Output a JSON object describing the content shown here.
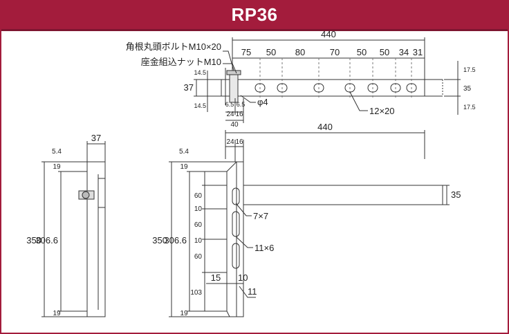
{
  "header": {
    "title": "RP36"
  },
  "top_view": {
    "total_width": "440",
    "spacings": [
      "75",
      "50",
      "80",
      "70",
      "50",
      "50",
      "34",
      "31"
    ],
    "bolt_label": "角根丸頭ボルトM10×20",
    "nut_label": "座金組込ナットM10",
    "height_37": "37",
    "left_small_1": "14.5",
    "left_small_2": "14.5",
    "inner_1": "6.5",
    "inner_2": "6.5",
    "dim_24": "24",
    "dim_16": "16",
    "dim_40": "40",
    "phi": "φ4",
    "slot": "12×20",
    "right_175_top": "17.5",
    "right_35": "35",
    "right_175_bottom": "17.5"
  },
  "front_view": {
    "total_width": "440",
    "dim_24": "24",
    "dim_16": "16",
    "dim_35": "35",
    "left_5_4": "5.4",
    "left_19_top": "19",
    "left_350": "350",
    "left_306_6": "306.6",
    "seg_60a": "60",
    "seg_10a": "10",
    "seg_60b": "60",
    "seg_10b": "10",
    "seg_60c": "60",
    "seg_103": "103",
    "left_19_bottom": "19",
    "slot_7x7": "7×7",
    "slot_11x6": "11×6",
    "dim_15": "15",
    "dim_10": "10",
    "dim_11": "11"
  },
  "side_view": {
    "width_37": "37",
    "dim_5_4": "5.4",
    "dim_19_top": "19",
    "dim_350": "350",
    "dim_306_6": "306.6",
    "dim_19_bottom": "19"
  }
}
